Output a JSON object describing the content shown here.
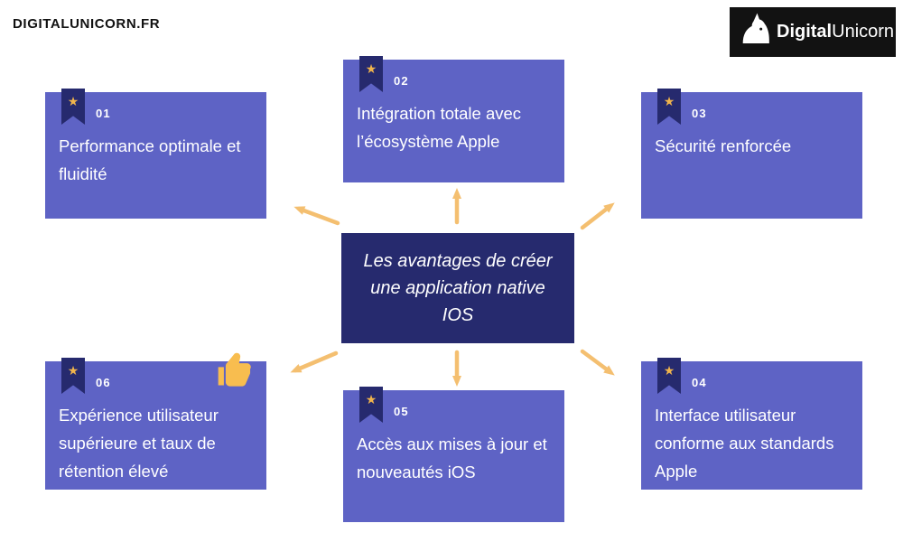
{
  "header": {
    "site_label": "DIGITALUNICORN.FR"
  },
  "logo": {
    "bold": "Digital",
    "regular": "Unicorn"
  },
  "center": {
    "title": "Les avantages de créer une application native IOS"
  },
  "icons": {
    "star": "★"
  },
  "items": [
    {
      "number": "01",
      "text": "Performance optimale et fluidité"
    },
    {
      "number": "02",
      "text": "Intégration totale avec l’écosystème Apple"
    },
    {
      "number": "03",
      "text": "Sécurité renforcée"
    },
    {
      "number": "04",
      "text": "Interface utilisateur conforme aux standards Apple"
    },
    {
      "number": "05",
      "text": "Accès aux mises à jour et nouveautés iOS"
    },
    {
      "number": "06",
      "text": "Expérience utilisateur supérieure et taux de rétention élevé"
    }
  ],
  "colors": {
    "card": "#5e63c5",
    "center_box": "#262a6e",
    "badge": "#262a6e",
    "star": "#f0b44c",
    "arrow": "#f4bf70",
    "logo_bg": "#121212",
    "text": "#ffffff"
  }
}
